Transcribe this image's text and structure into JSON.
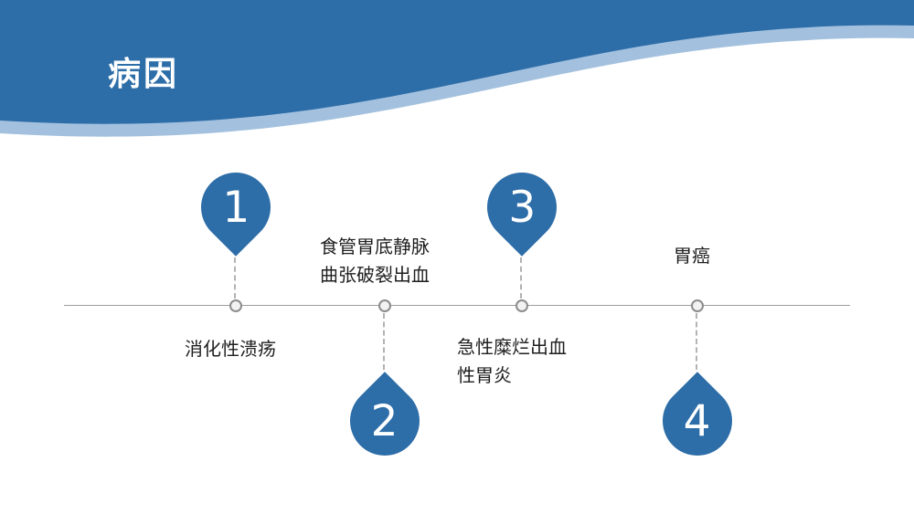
{
  "slide": {
    "title": "病因"
  },
  "theme": {
    "primary_blue": "#2D6DA8",
    "accent_light_blue": "#A3C1DE",
    "timeline_gray": "#9D9D9D",
    "text_color": "#1F1F1F"
  },
  "timeline": {
    "items": [
      {
        "number": "1",
        "pin_position": "above-line",
        "lines": [
          "消化性溃疡"
        ]
      },
      {
        "number": "2",
        "pin_position": "below-line",
        "lines": [
          "食管胃底静脉",
          "曲张破裂出血"
        ]
      },
      {
        "number": "3",
        "pin_position": "above-line",
        "lines": [
          "急性糜烂出血",
          "性胃炎"
        ]
      },
      {
        "number": "4",
        "pin_position": "below-line",
        "lines": [
          "胃癌"
        ]
      }
    ]
  }
}
